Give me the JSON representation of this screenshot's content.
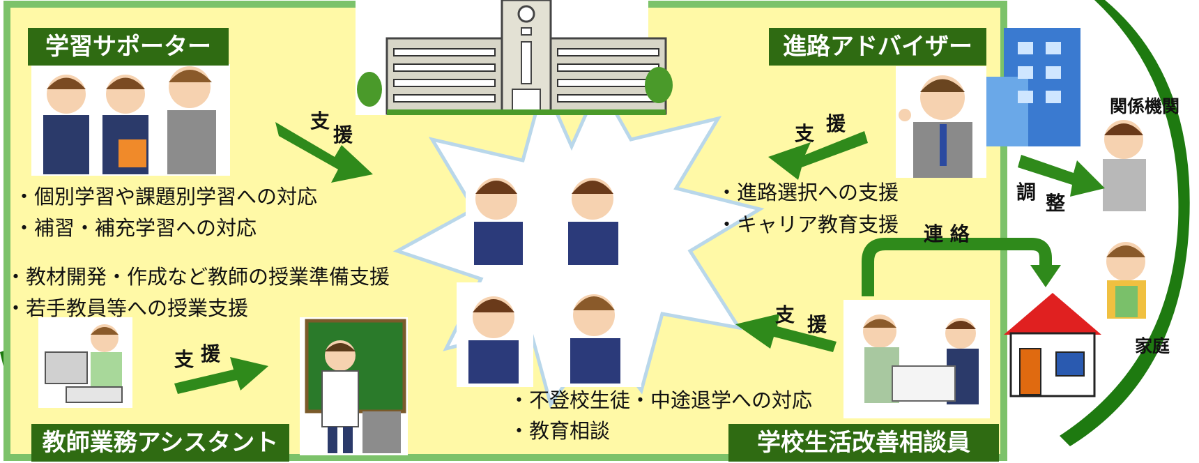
{
  "roles": {
    "learning_supporter": "学習サポーター",
    "career_adviser": "進路アドバイザー",
    "teacher_assistant": "教師業務アシスタント",
    "school_life_counselor": "学校生活改善相談員"
  },
  "supporter_duties": [
    "・個別学習や課題別学習への対応",
    "・補習・補充学習への対応"
  ],
  "assistant_duties": [
    "・教材開発・作成など教師の授業準備支援",
    "・若手教員等への授業支援"
  ],
  "adviser_duties": [
    "・進路選択への支援",
    "・キャリア教育支援"
  ],
  "counselor_duties": [
    "・不登校生徒・中途退学への対応",
    "・教育相談"
  ],
  "arrows": {
    "support": [
      "支",
      "援"
    ],
    "coordinate": [
      "調",
      "整"
    ],
    "contact": "連 絡"
  },
  "external": {
    "agencies": "関係機関",
    "home": "家庭"
  },
  "colors": {
    "panel_fill": "#fff9a6",
    "panel_border": "#7cc26a",
    "label_fill": "#2f6b12",
    "arrow_green": "#2f8a1b",
    "ring_green": "#1e7a10",
    "burst_edge": "#b9d7ea"
  }
}
